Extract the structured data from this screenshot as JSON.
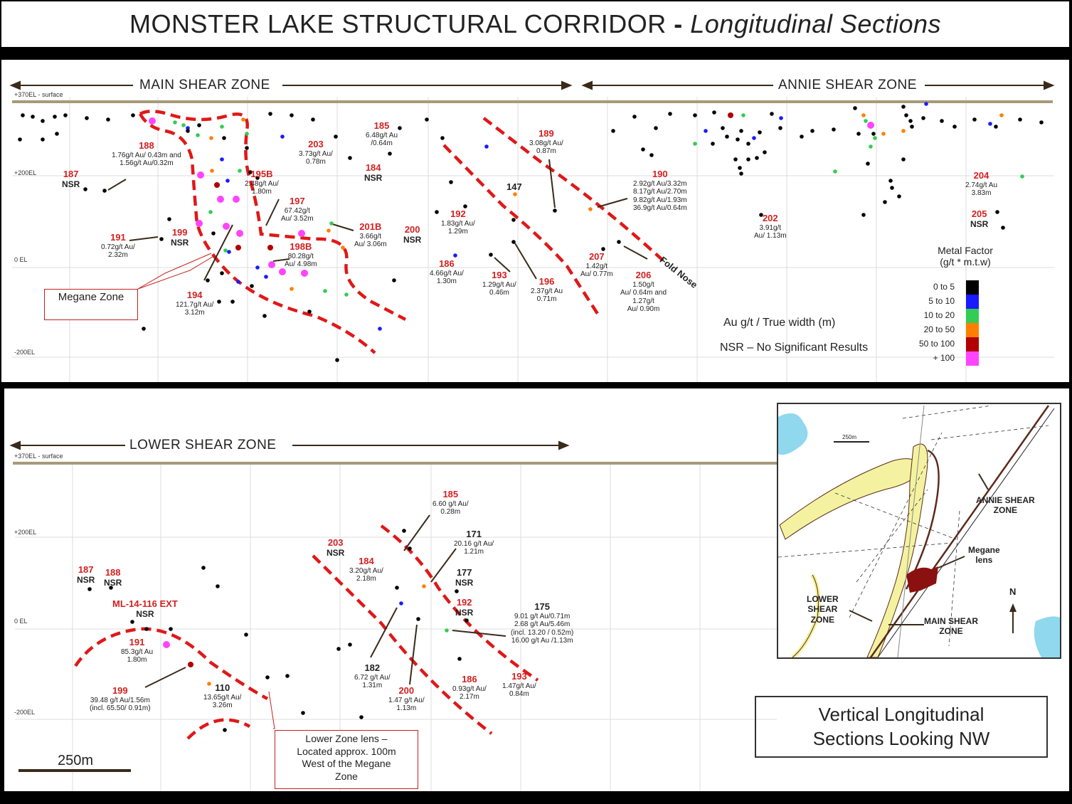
{
  "title": {
    "main": "MONSTER LAKE STRUCTURAL CORRIDOR",
    "dash": " - ",
    "sub": "Longitudinal Sections"
  },
  "top": {
    "surface": "+370EL - surface",
    "el200": "+200EL",
    "el0": "0 EL",
    "elm200": "-200EL",
    "zone_main": "MAIN SHEAR ZONE",
    "zone_annie": "ANNIE SHEAR ZONE",
    "fold_nose": "Fold Nose",
    "megane": "Megane Zone",
    "notes": {
      "au": "Au g/t / True width (m)",
      "nsr": "NSR  – No Significant Results"
    },
    "holes": [
      {
        "id": "188",
        "c": "red",
        "v": "1.76g/t Au/  0.43m and\n1.56g/t Au/0.32m"
      },
      {
        "id": "187",
        "c": "red",
        "v": "NSR"
      },
      {
        "id": "191",
        "c": "red",
        "v": "0.72g/t Au/\n2.32m"
      },
      {
        "id": "199",
        "c": "red",
        "v": "NSR"
      },
      {
        "id": "194",
        "c": "red",
        "v": "121.7g/t Au/\n3.12m"
      },
      {
        "id": "195B",
        "c": "red",
        "v": "2.48g/t Au/\n1.80m"
      },
      {
        "id": "197",
        "c": "red",
        "v": "67.42g/t\nAu/ 3.52m"
      },
      {
        "id": "198B",
        "c": "red",
        "v": "80.28g/t\nAu/ 4.98m"
      },
      {
        "id": "203",
        "c": "red",
        "v": "3.73g/t Au/\n0.78m"
      },
      {
        "id": "185",
        "c": "red",
        "v": "6.48g/t Au\n/0.64m"
      },
      {
        "id": "184",
        "c": "red",
        "v": "NSR"
      },
      {
        "id": "201B",
        "c": "red",
        "v": "3.66g/t\nAu/ 3.06m"
      },
      {
        "id": "200",
        "c": "red",
        "v": "NSR"
      },
      {
        "id": "192",
        "c": "red",
        "v": "1.83g/t Au/\n1.29m"
      },
      {
        "id": "186",
        "c": "red",
        "v": "4.66g/t Au/\n1.30m"
      },
      {
        "id": "193",
        "c": "red",
        "v": "1.29g/t Au/\n0.46m"
      },
      {
        "id": "196",
        "c": "red",
        "v": "2.37g/t Au\n0.71m"
      },
      {
        "id": "147",
        "c": "dark",
        "v": ""
      },
      {
        "id": "189",
        "c": "red",
        "v": "3.08g/t Au/\n0.87m"
      },
      {
        "id": "190",
        "c": "red",
        "v": "2.92g/t Au/3.32m\n8.17g/t Au/2.70m\n9.82g/t Au/1.93m\n36.9g/t Au/0.64m"
      },
      {
        "id": "207",
        "c": "red",
        "v": "1.42g/t\nAu/ 0.77m"
      },
      {
        "id": "206",
        "c": "red",
        "v": "1.50g/t\nAu/ 0.64m and\n1.27g/t\nAu/ 0.90m"
      },
      {
        "id": "202",
        "c": "red",
        "v": "3.91g/t\nAu/ 1.13m"
      },
      {
        "id": "204",
        "c": "red",
        "v": "2.74g/t Au\n3.83m"
      },
      {
        "id": "205",
        "c": "red",
        "v": "NSR"
      }
    ]
  },
  "legend": {
    "title": "Metal  Factor\n(g/t * m.t.w)",
    "rows": [
      {
        "label": "0 to 5",
        "color": "#000000"
      },
      {
        "label": "5 to 10",
        "color": "#1a1aff"
      },
      {
        "label": "10 to 20",
        "color": "#33cc55"
      },
      {
        "label": "20 to 50",
        "color": "#ff8000"
      },
      {
        "label": "50 to 100",
        "color": "#b00000"
      },
      {
        "label": "+ 100",
        "color": "#ff44ff"
      }
    ]
  },
  "bottom": {
    "surface": "+370EL - surface",
    "el200": "+200EL",
    "el0": "0 EL",
    "elm200": "-200EL",
    "zone_lower": "LOWER SHEAR ZONE",
    "lower_lens": "Lower Zone lens –\nLocated approx. 100m\nWest of the Megane\nZone",
    "scale": "250m",
    "sections": "Vertical Longitudinal\nSections Looking NW",
    "holes": [
      {
        "id": "187",
        "c": "red",
        "v": "NSR"
      },
      {
        "id": "188",
        "c": "red",
        "v": "NSR"
      },
      {
        "id": "ML-14-116 EXT",
        "c": "red",
        "v": "NSR"
      },
      {
        "id": "191",
        "c": "red",
        "v": "85.3g/t Au\n1.80m"
      },
      {
        "id": "199",
        "c": "red",
        "v": "39.48 g/t Au/1.56m\n(incl.  65.50/ 0.91m)"
      },
      {
        "id": "110",
        "c": "dark",
        "v": "13.65g/t Au/\n3.26m"
      },
      {
        "id": "203",
        "c": "red",
        "v": "NSR"
      },
      {
        "id": "184",
        "c": "red",
        "v": "3.20g/t Au/\n2.18m"
      },
      {
        "id": "185",
        "c": "red",
        "v": "6.60 g/t Au/\n0.28m"
      },
      {
        "id": "171",
        "c": "dark",
        "v": "20.16 g/t Au/\n1.21m"
      },
      {
        "id": "177",
        "c": "dark",
        "v": "NSR"
      },
      {
        "id": "192",
        "c": "red",
        "v": "NSR"
      },
      {
        "id": "175",
        "c": "dark",
        "v": "9.01 g/t Au/0.71m\n2.68 g/t Au/5.46m\n(incl. 13.20 / 0.52m)\n16.00 g/t Au  /1.13m"
      },
      {
        "id": "182",
        "c": "dark",
        "v": "6.72 g/t Au/\n1.31m"
      },
      {
        "id": "200",
        "c": "red",
        "v": "1.47 g/t Au/\n1.13m"
      },
      {
        "id": "186",
        "c": "red",
        "v": "0.93g/t Au/\n2.17m"
      },
      {
        "id": "193",
        "c": "red",
        "v": "1.47g/t Au/\n0.84m"
      }
    ]
  },
  "inset": {
    "scale": "250m",
    "annie": "ANNIE SHEAR\nZONE",
    "megane": "Megane\nlens",
    "lower": "LOWER\nSHEAR\nZONE",
    "main": "MAIN SHEAR\nZONE",
    "north": "N"
  }
}
